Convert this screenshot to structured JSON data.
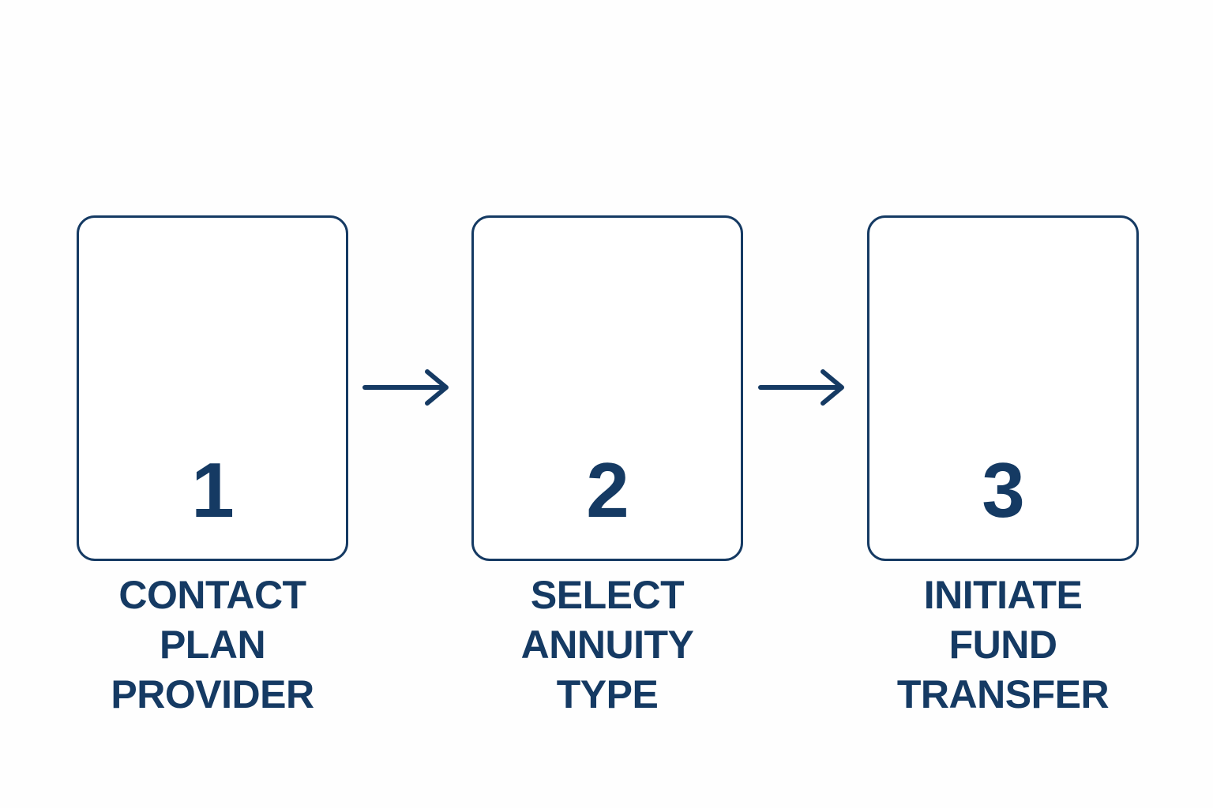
{
  "diagram": {
    "type": "process-flow",
    "orientation": "horizontal",
    "title": "",
    "colors": {
      "accent": "#153a63",
      "background": "#fefefe",
      "box_fill": "#ffffff"
    },
    "steps": [
      {
        "number": "1",
        "label": "CONTACT\nPLAN\nPROVIDER"
      },
      {
        "number": "2",
        "label": "SELECT\nANNUITY\nTYPE"
      },
      {
        "number": "3",
        "label": "INITIATE\nFUND\nTRANSFER"
      }
    ],
    "connectors": [
      {
        "icon": "arrow-right-icon",
        "from": "1",
        "to": "2"
      },
      {
        "icon": "arrow-right-icon",
        "from": "2",
        "to": "3"
      }
    ]
  }
}
